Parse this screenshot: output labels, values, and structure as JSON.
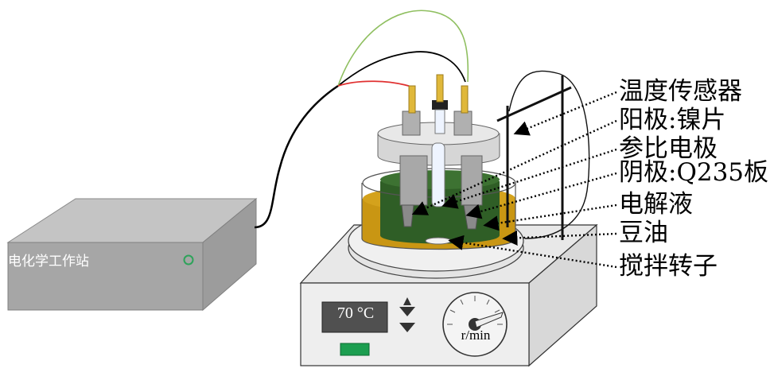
{
  "labels": {
    "temp_sensor": "温度传感器",
    "anode": "阳极:镍片",
    "reference": "参比电极",
    "cathode": "阴极:Q235板",
    "electrolyte": "电解液",
    "soybean_oil": "豆油",
    "stir_bar": "搅拌转子"
  },
  "workstation": {
    "label": "电化学工作站"
  },
  "stirrer": {
    "temperature": "70 °C",
    "speed_unit": "r/min"
  },
  "colors": {
    "electrolyte": "#2f5e26",
    "oil": "#c99613",
    "device_gray": "#a9a9a9",
    "power_led": "#1c9e50",
    "display": "#505050"
  }
}
